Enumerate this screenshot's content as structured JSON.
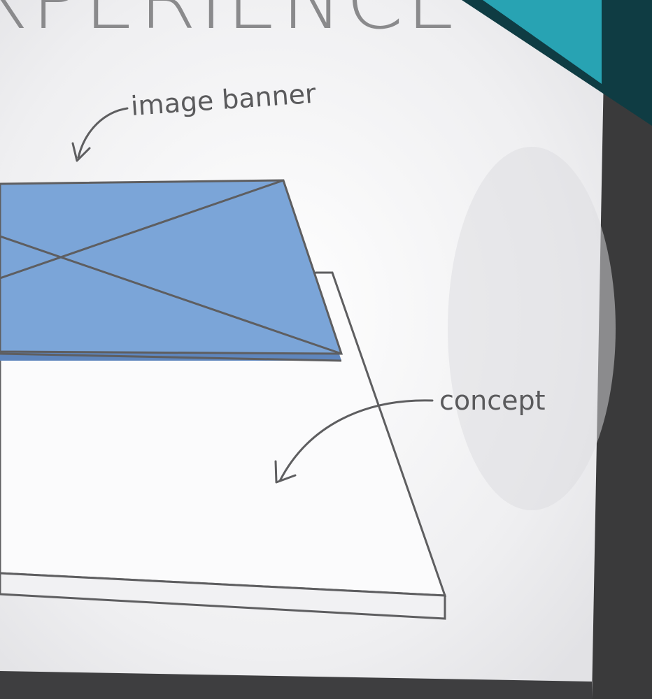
{
  "poster": {
    "title_fragment": "XPERIENCE",
    "labels": {
      "image_banner": "image banner",
      "concept": "concept"
    }
  },
  "colors": {
    "board": "#ededef",
    "banner_fill": "#7ba5d8",
    "banner_edge": "#5f86bd",
    "line": "#5e5e60",
    "frame_side": "#3a3a3b",
    "corner_teal": "#28a3b3",
    "corner_dark": "#0f3c43"
  }
}
